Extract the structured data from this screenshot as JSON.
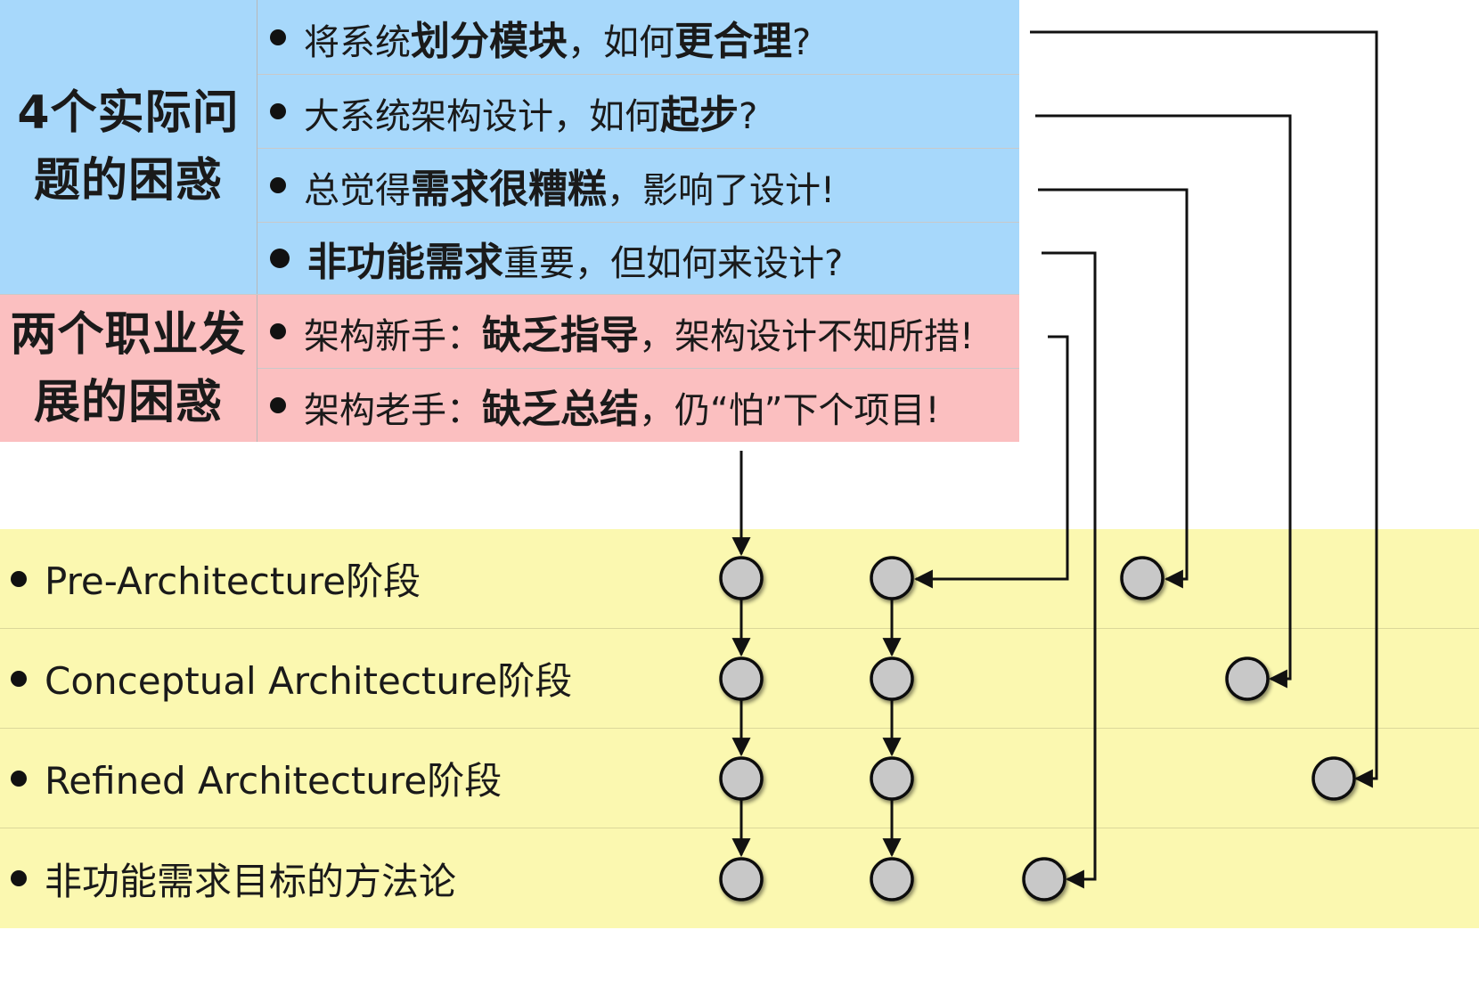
{
  "problems": {
    "title_line1": "4个实际问",
    "title_line2": "题的困惑",
    "items": [
      {
        "p1": "将系统",
        "b1": "划分模块",
        "p2": "，如何",
        "b2": "更合理",
        "p3": "?"
      },
      {
        "p1": "大系统架构设计，如何",
        "b1": "起步",
        "p2": "?"
      },
      {
        "p1": "总觉得",
        "b1": "需求很糟糕",
        "p2": "，影响了设计!"
      },
      {
        "b1": "非功能需求",
        "p1": "重要，但如何来设计?"
      }
    ]
  },
  "career": {
    "title_line1": "两个职业发",
    "title_line2": "展的困惑",
    "items": [
      {
        "p1": "架构新手：",
        "b1": "缺乏指导",
        "p2": "，架构设计不知所措!"
      },
      {
        "p1": "架构老手：",
        "b1": "缺乏总结",
        "p2": "，仍“怕”下个项目!"
      }
    ]
  },
  "stages": [
    "Pre-Architecture阶段",
    "Conceptual Architecture阶段",
    "Refined Architecture阶段",
    "非功能需求目标的方法论"
  ],
  "colors": {
    "blue": "#a7d8fb",
    "pink": "#fbbfc0",
    "yellow": "#fbf8b0",
    "node": "#c8c8c8",
    "line": "#111111"
  }
}
